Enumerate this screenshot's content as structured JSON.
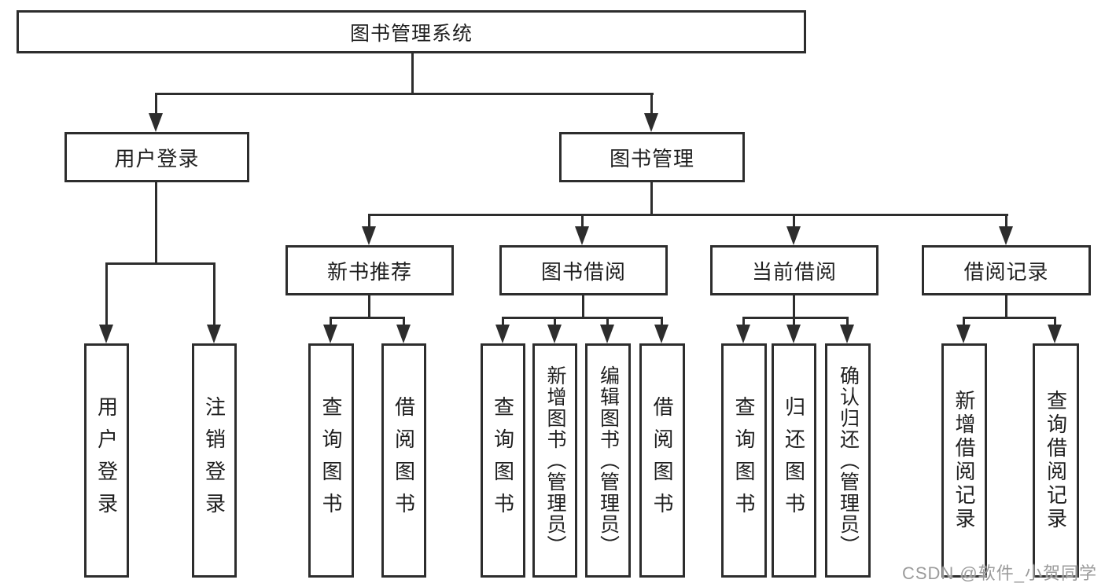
{
  "diagram": {
    "root": {
      "label": "图书管理系统"
    },
    "level2": [
      {
        "label": "用户登录"
      },
      {
        "label": "图书管理"
      }
    ],
    "level3": [
      {
        "label": "新书推荐"
      },
      {
        "label": "图书借阅"
      },
      {
        "label": "当前借阅"
      },
      {
        "label": "借阅记录"
      }
    ],
    "leaves": {
      "user_login": [
        {
          "label": "用户登录"
        },
        {
          "label": "注销登录"
        }
      ],
      "new_book_recommend": [
        {
          "label": "查询图书"
        },
        {
          "label": "借阅图书"
        }
      ],
      "book_borrow": [
        {
          "label": "查询图书"
        },
        {
          "label": "新增图书（管理员）"
        },
        {
          "label": "编辑图书（管理员）"
        },
        {
          "label": "借阅图书"
        }
      ],
      "current_borrow": [
        {
          "label": "查询图书"
        },
        {
          "label": "归还图书"
        },
        {
          "label": "确认归还（管理员）"
        }
      ],
      "borrow_records": [
        {
          "label": "新增借阅记录"
        },
        {
          "label": "查询借阅记录"
        }
      ]
    }
  },
  "watermark": {
    "text": "CSDN @软件_小贺同学"
  },
  "colors": {
    "line": "#2d2d2d",
    "box_border": "#2d2d2d",
    "text": "#1f1f1f",
    "watermark": "#9b9b9b",
    "background": "#ffffff"
  }
}
